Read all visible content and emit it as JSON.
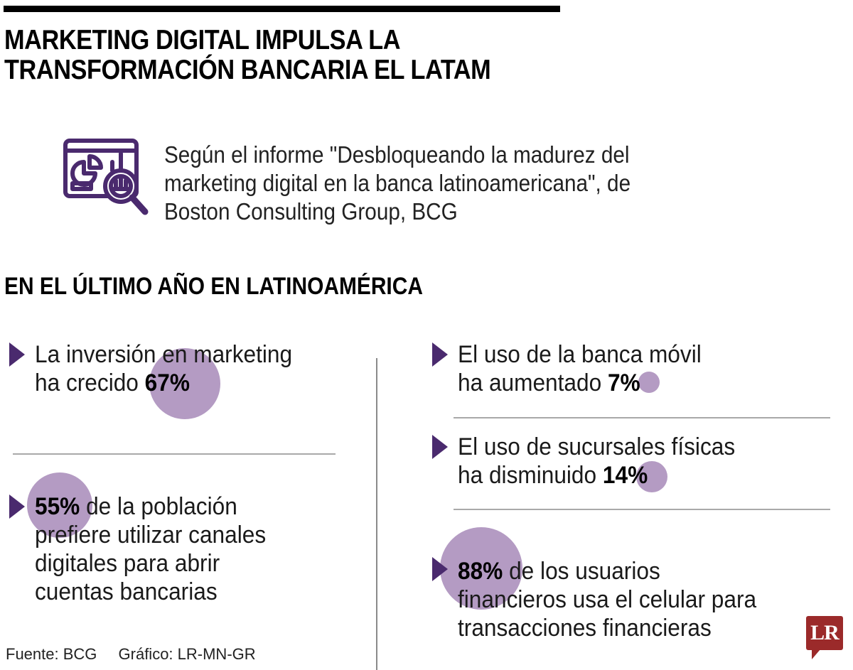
{
  "header": {
    "title_line1": "MARKETING DIGITAL IMPULSA LA",
    "title_line2": "TRANSFORMACIÓN BANCARIA EL LATAM"
  },
  "intro": {
    "icon": "analytics-magnifier-icon",
    "line1": "Según el informe \"Desbloqueando la madurez del",
    "line2": "marketing digital en la banca latinoamericana\", de",
    "line3": "Boston Consulting Group, BCG"
  },
  "section": {
    "title": "EN EL ÚLTIMO AÑO EN LATINOAMÉRICA"
  },
  "stats": {
    "left": [
      {
        "pre": "La inversión en marketing",
        "line2_pre": "ha crecido ",
        "value": "67%",
        "post": ""
      },
      {
        "value": "55%",
        "line1_post": " de la población",
        "line2": "prefiere utilizar canales",
        "line3": "digitales para abrir",
        "line4": "cuentas bancarias"
      }
    ],
    "right": [
      {
        "line1": "El uso de la banca móvil",
        "line2_pre": "ha aumentado ",
        "value": "7%"
      },
      {
        "line1": "El uso de sucursales físicas",
        "line2_pre": "ha disminuido ",
        "value": "14%"
      },
      {
        "value": "88%",
        "line1_post": " de los usuarios",
        "line2": "financieros usa el celular para",
        "line3": "transacciones financieras"
      }
    ]
  },
  "footer": {
    "source": "Fuente: BCG",
    "credit": "Gráfico: LR-MN-GR"
  },
  "logo": {
    "text": "LR"
  },
  "colors": {
    "accent_dark": "#4a2a6e",
    "bubble": "#b49bc3",
    "logo_red": "#9b2a2a"
  }
}
